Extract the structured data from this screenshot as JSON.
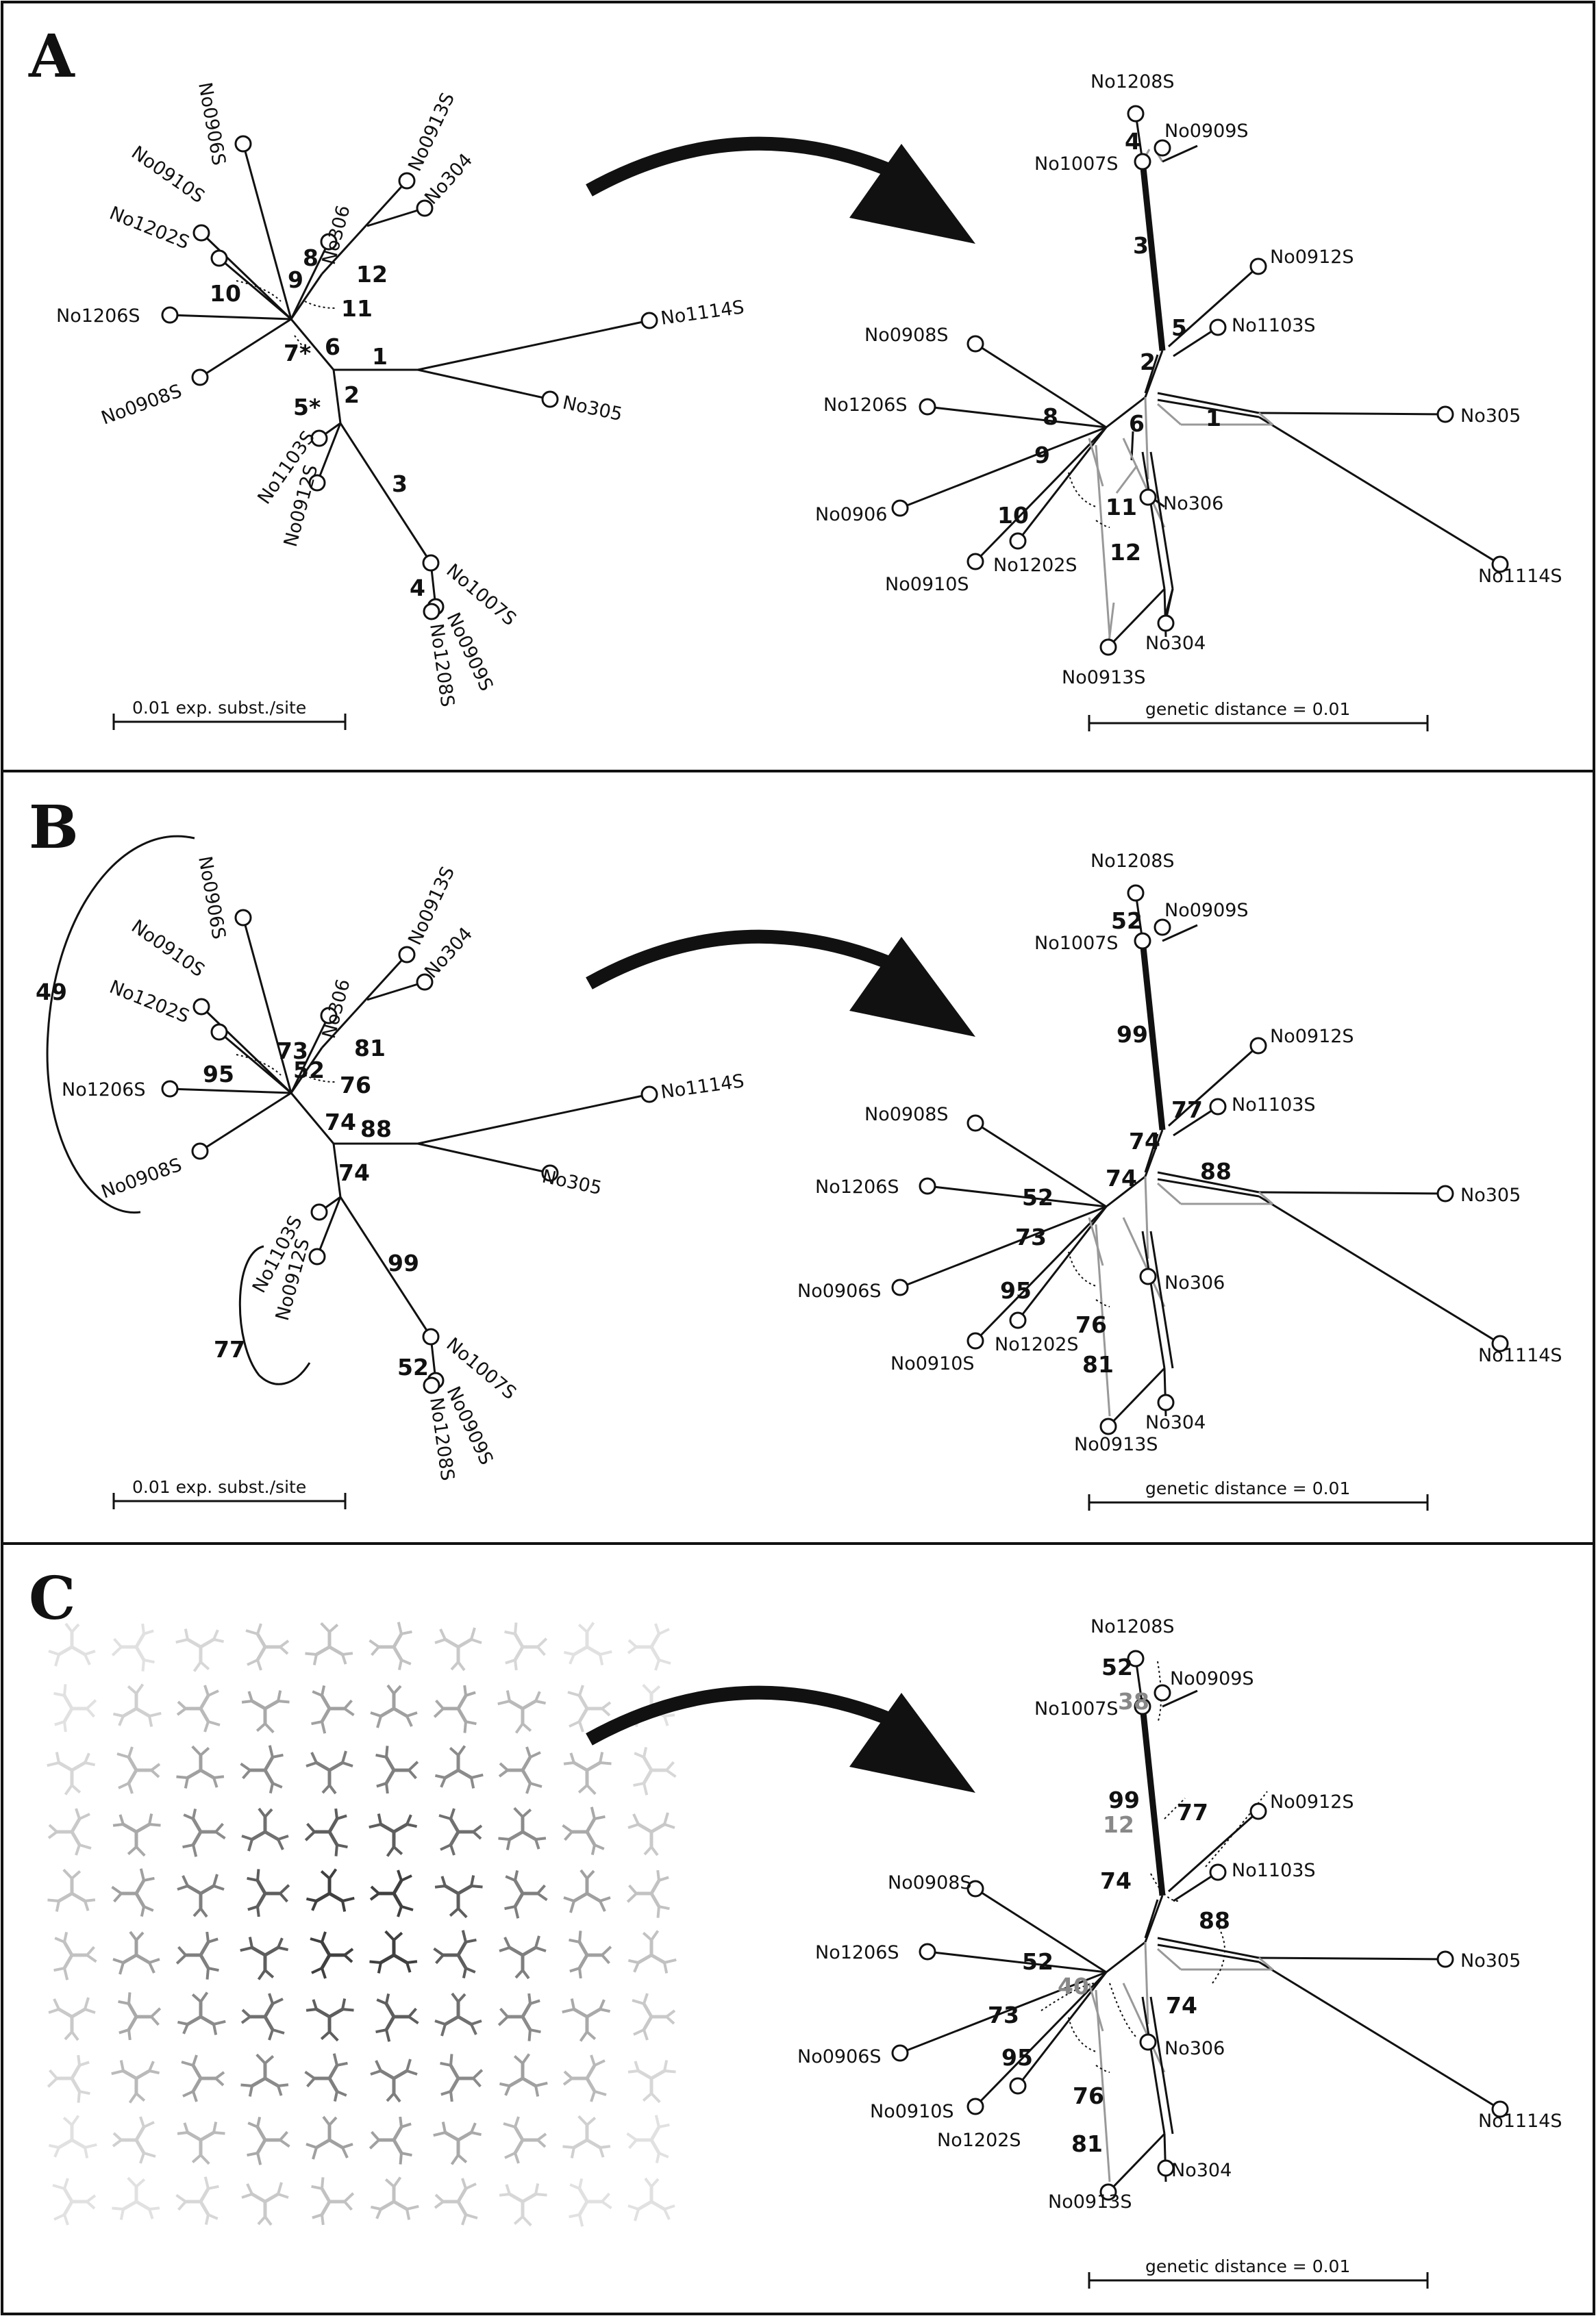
{
  "panels": [
    {
      "letter": "A",
      "left_scale": "0.01 exp. subst./site",
      "right_scale": "genetic distance = 0.01"
    },
    {
      "letter": "B",
      "left_scale": "0.01 exp. subst./site",
      "right_scale": "genetic distance = 0.01"
    },
    {
      "letter": "C",
      "right_scale": "genetic distance = 0.01"
    }
  ],
  "taxa": [
    "No1208S",
    "No0909S",
    "No1007S",
    "No0912S",
    "No1103S",
    "No0908S",
    "No1206S",
    "No0906S",
    "No0910S",
    "No1202S",
    "No306",
    "No304",
    "No0913S",
    "No1114S",
    "No305"
  ],
  "taxon_labels_A_network": {
    "No0906S": "No0906"
  },
  "panel_a": {
    "tree_labels": [
      "1",
      "2",
      "3",
      "4",
      "5*",
      "6",
      "7*",
      "8",
      "9",
      "10",
      "11",
      "12"
    ],
    "network_labels": [
      "1",
      "2",
      "3",
      "4",
      "5",
      "6",
      "8",
      "9",
      "10",
      "11",
      "12"
    ]
  },
  "panel_b": {
    "tree_labels": [
      "88",
      "74",
      "99",
      "52",
      "81",
      "76",
      "52",
      "73",
      "95",
      "74",
      "49",
      "77"
    ],
    "network_labels": [
      "99",
      "52",
      "77",
      "74",
      "88",
      "74",
      "52",
      "73",
      "95",
      "76",
      "81"
    ]
  },
  "panel_c": {
    "network_black_labels": [
      "52",
      "99",
      "77",
      "74",
      "88",
      "52",
      "73",
      "95",
      "74",
      "76",
      "81"
    ],
    "network_gray_labels": [
      "38",
      "12",
      "40"
    ]
  },
  "colors": {
    "ink": "#111111",
    "gray_split": "#999999",
    "background": "#ffffff"
  }
}
